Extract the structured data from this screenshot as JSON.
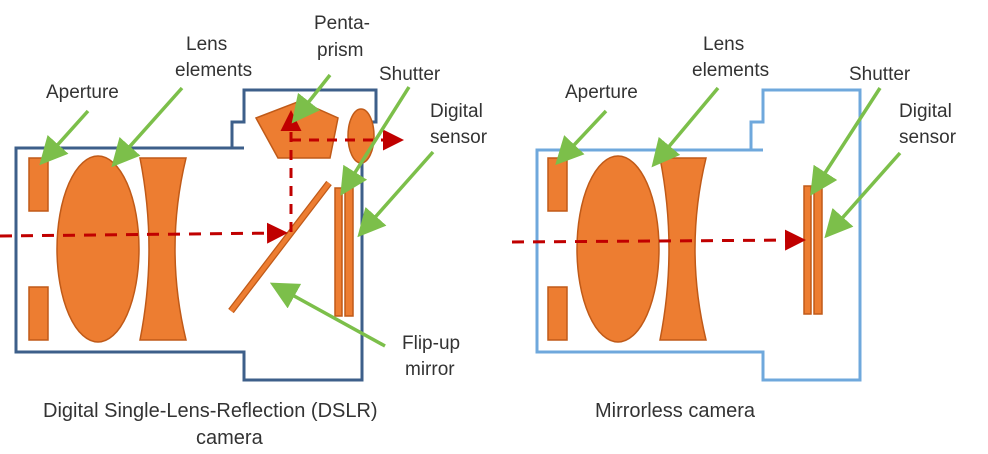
{
  "colors": {
    "dslr_body": "#3d5f8a",
    "mirrorless_body": "#6fa8dc",
    "component_fill": "#ed7d31",
    "component_stroke": "#c05a18",
    "arrow_green": "#7cbf4a",
    "light_path": "#c00000"
  },
  "dslr": {
    "labels": {
      "aperture": "Aperture",
      "lens_line1": "Lens",
      "lens_line2": "elements",
      "prism_line1": "Penta-",
      "prism_line2": "prism",
      "shutter": "Shutter",
      "sensor_line1": "Digital",
      "sensor_line2": "sensor",
      "mirror_line1": "Flip-up",
      "mirror_line2": "mirror"
    },
    "caption_line1": "Digital Single-Lens-Reflection (DSLR)",
    "caption_line2": "camera"
  },
  "mirrorless": {
    "labels": {
      "aperture": "Aperture",
      "lens_line1": "Lens",
      "lens_line2": "elements",
      "shutter": "Shutter",
      "sensor_line1": "Digital",
      "sensor_line2": "sensor"
    },
    "caption": "Mirrorless camera"
  }
}
